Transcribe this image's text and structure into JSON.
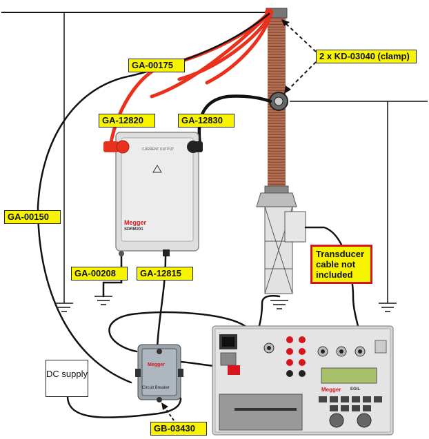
{
  "labels": {
    "ga00175": "GA-00175",
    "clamp": "2 x KD-03040 (clamp)",
    "ga12820": "GA-12820",
    "ga12830": "GA-12830",
    "ga00150": "GA-00150",
    "ga00208": "GA-00208",
    "ga12815": "GA-12815",
    "transducer": "Transducer cable not included",
    "gb03430": "GB-03430"
  },
  "dc_supply": "DC supply",
  "sdrm": {
    "brand": "Megger",
    "model": "SDRM201",
    "current_output": "CURRENT OUTPUT"
  },
  "breaker_box": {
    "brand": "Megger",
    "caption": "Circuit Breaker"
  },
  "egil": {
    "brand": "Megger",
    "model": "EGIL"
  },
  "colors": {
    "label_bg": "#f8f400",
    "cable_red": "#e8321e",
    "insulator_brown": "#b0674a",
    "accent_red": "#d8141c"
  }
}
